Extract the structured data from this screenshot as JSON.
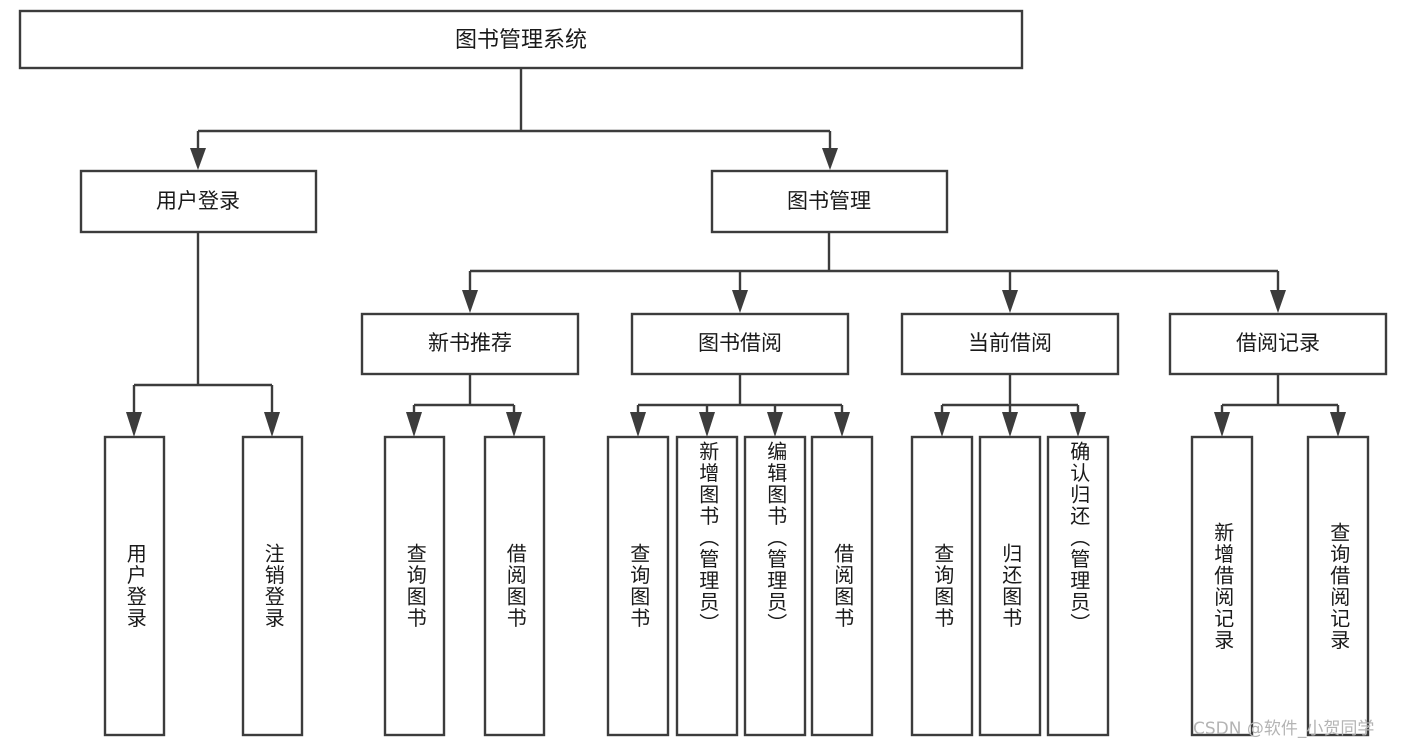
{
  "diagram": {
    "type": "tree",
    "title": "图书管理系统",
    "watermark": "CSDN @软件_小贺同学",
    "colors": {
      "stroke": "#3c3c3c",
      "box_fill": "#ffffff",
      "text": "#1a1a1a",
      "background": "#ffffff",
      "watermark": "#b4b4b4"
    },
    "root": {
      "label": "图书管理系统"
    },
    "level2": [
      {
        "label": "用户登录"
      },
      {
        "label": "图书管理"
      }
    ],
    "level3": [
      {
        "label": "新书推荐"
      },
      {
        "label": "图书借阅"
      },
      {
        "label": "当前借阅"
      },
      {
        "label": "借阅记录"
      }
    ],
    "leaves": {
      "user_login": [
        {
          "label": "用户登录"
        },
        {
          "label": "注销登录"
        }
      ],
      "new_book": [
        {
          "label": "查询图书"
        },
        {
          "label": "借阅图书"
        }
      ],
      "book_borrow": [
        {
          "label": "查询图书"
        },
        {
          "label": "新增图书（管理员）"
        },
        {
          "label": "编辑图书（管理员）"
        },
        {
          "label": "借阅图书"
        }
      ],
      "current_borrow": [
        {
          "label": "查询图书"
        },
        {
          "label": "归还图书"
        },
        {
          "label": "确认归还（管理员）"
        }
      ],
      "borrow_record": [
        {
          "label": "新增借阅记录"
        },
        {
          "label": "查询借阅记录"
        }
      ]
    }
  }
}
